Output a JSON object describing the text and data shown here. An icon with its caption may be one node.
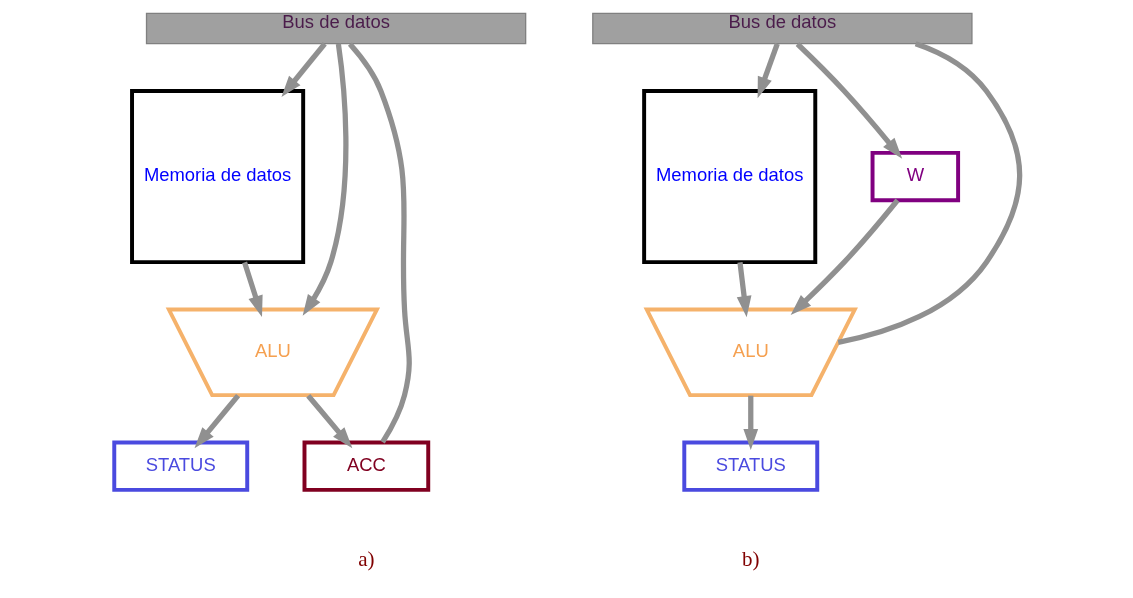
{
  "diagram": {
    "nodes": [
      {
        "text": [
          "Bus de datos"
        ]
      },
      {
        "text": [
          "Memoria de datos"
        ]
      },
      {
        "text": [
          "ALU"
        ]
      },
      {
        "text": [
          "STATUS"
        ]
      },
      {
        "text": [
          "ACC"
        ]
      },
      {
        "text": [
          "Bus de datos"
        ]
      },
      {
        "text": [
          "Memoria de datos"
        ]
      },
      {
        "text": [
          "W"
        ]
      },
      {
        "text": [
          "ALU"
        ]
      },
      {
        "text": [
          "STATUS"
        ]
      }
    ],
    "edges": [
      {
        "from": 0,
        "to": 1,
        "arrow": "to"
      },
      {
        "from": 1,
        "to": 2,
        "arrow": "to"
      },
      {
        "from": 0,
        "to": 2,
        "arrow": "to"
      },
      {
        "from": 2,
        "to": 3,
        "arrow": "to"
      },
      {
        "from": 2,
        "to": 4,
        "arrow": "to"
      },
      {
        "from": 4,
        "to": 0,
        "arrow": "none"
      },
      {
        "from": 5,
        "to": 6,
        "arrow": "to"
      },
      {
        "from": 5,
        "to": 7,
        "arrow": "to"
      },
      {
        "from": 6,
        "to": 8,
        "arrow": "to"
      },
      {
        "from": 7,
        "to": 8,
        "arrow": "to"
      },
      {
        "from": 8,
        "to": 9,
        "arrow": "to"
      },
      {
        "from": 8,
        "to": 5,
        "arrow": "none"
      }
    ],
    "labels": [
      "a)",
      "b)"
    ]
  }
}
